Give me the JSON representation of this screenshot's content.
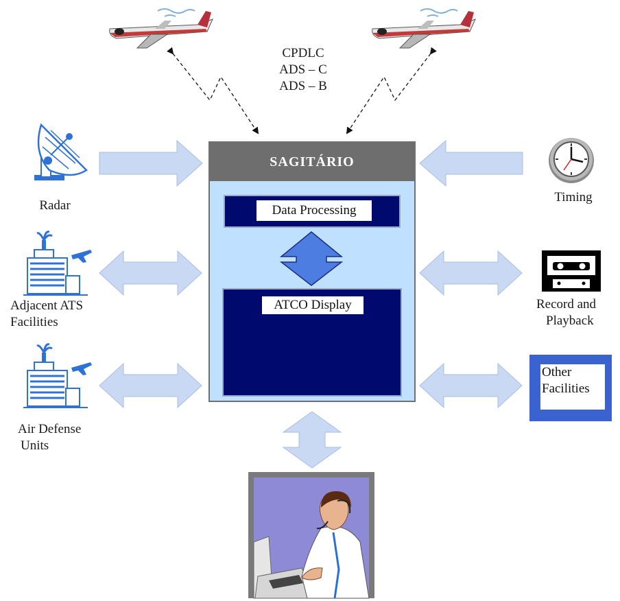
{
  "protocols": [
    "CPDLC",
    "ADS – C",
    "ADS – B"
  ],
  "system": {
    "title": "SAGITÁRIO",
    "data_processing": "Data Processing",
    "atco_display": "ATCO Display"
  },
  "left_nodes": {
    "radar": "Radar",
    "adjacent_ats": [
      "Adjacent ATS",
      "Facilities"
    ],
    "air_defense": [
      "Air Defense",
      "Units"
    ]
  },
  "right_nodes": {
    "timing": "Timing",
    "record_playback": [
      "Record and",
      "Playback"
    ],
    "other_facilities": [
      "Other",
      "Facilities"
    ]
  },
  "icons": [
    "airplane-icon",
    "airplane-icon",
    "radar-dish-icon",
    "building-icon",
    "building-icon",
    "clock-icon",
    "cassette-icon",
    "controller-operator-icon"
  ],
  "colors": {
    "arrow_fill": "#c9d9f4",
    "header_gray": "#6e6e6e",
    "panel_blue": "#bfe0ff",
    "navy": "#000a6e",
    "accent_blue": "#3b63d0"
  }
}
